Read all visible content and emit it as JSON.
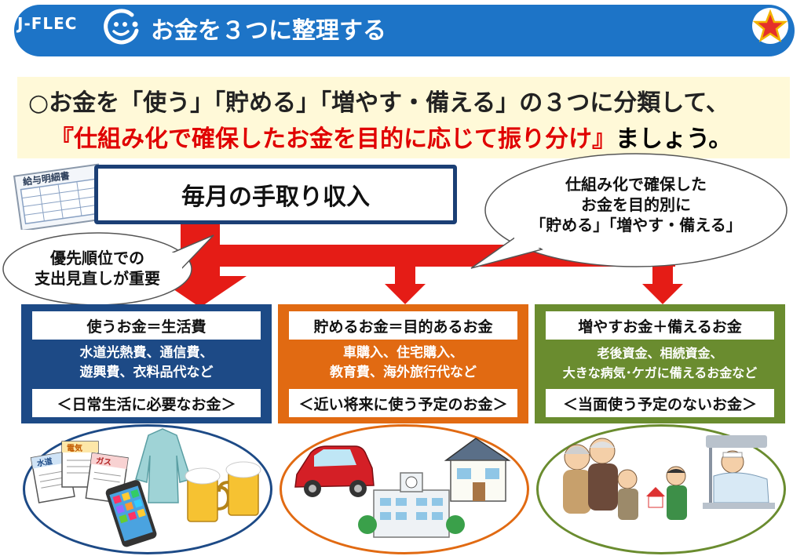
{
  "header": {
    "logo": "J-FLEC",
    "title": "お金を３つに整理する"
  },
  "intro": {
    "line1": "○お金を「使う」「貯める」「増やす・備える」の３つに分類して、",
    "line2_red": "『仕組み化で確保したお金を目的に応じて振り分け』",
    "line2_tail": "ましょう。"
  },
  "payslip": {
    "label": "給与明細書"
  },
  "salary": {
    "label": "毎月の手取り収入"
  },
  "bubble_right": {
    "line1": "仕組み化で確保した",
    "line2": "お金を目的別に",
    "line3": "「貯める」「増やす・備える」"
  },
  "bubble_left": {
    "line1": "優先順位での",
    "line2": "支出見直しが重要"
  },
  "categories": [
    {
      "title": "使うお金＝生活費",
      "desc1": "水道光熱費、通信費、",
      "desc2": "遊興費、衣料品代など",
      "footer": "＜日常生活に必要なお金＞",
      "color": "#1d4a86"
    },
    {
      "title": "貯めるお金＝目的あるお金",
      "desc1": "車購入、住宅購入、",
      "desc2": "教育費、海外旅行代など",
      "footer": "＜近い将来に使う予定のお金＞",
      "color": "#e16a12"
    },
    {
      "title": "増やすお金＋備えるお金",
      "desc1": "老後資金、相続資金、",
      "desc2": "大きな病気･ケガに備えるお金など",
      "footer": "＜当面使う予定のないお金＞",
      "color": "#6a8c2f"
    }
  ],
  "illustrations": {
    "spend": {
      "bill_water": "水道",
      "bill_electric": "電気",
      "bill_gas": "ガス"
    }
  },
  "colors": {
    "header_blue": "#1d74c7",
    "arrow_red": "#e51c16",
    "intro_bg": "#fff9d8",
    "highlight_red": "#e00000"
  }
}
